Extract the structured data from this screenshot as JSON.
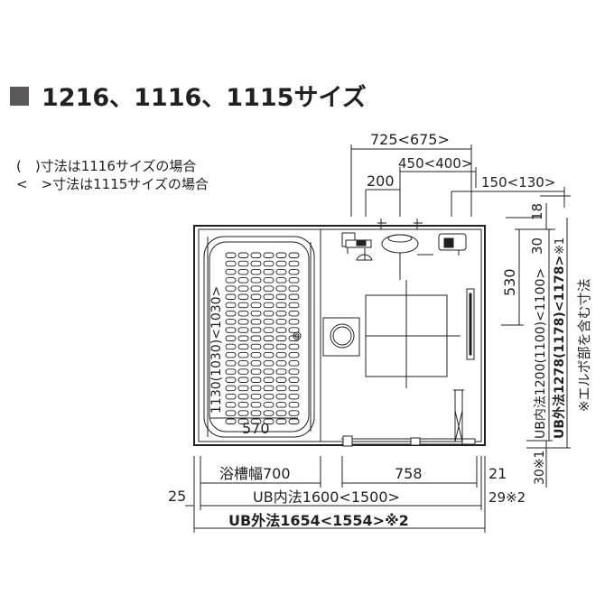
{
  "title": "1216、1116、1115サイズ",
  "legend": {
    "paren_note": "(　)寸法は1116サイズの場合",
    "angle_note": "<　>寸法は1115サイズの場合"
  },
  "dims": {
    "top_total": "725<675>",
    "top_mid": "450<400>",
    "top_left": "200",
    "top_right": "150<130>",
    "right_18": "18",
    "right_30": "30",
    "right_530": "530",
    "right_ub_inner": "UB内法1200(1100)<1100>",
    "right_ub_outer": "UB外法1278(1178)<1178>",
    "right_note1": "※1",
    "right_note_elbow": "※エルボ部を含む寸法",
    "tub_height": "1130(1030)<1030>",
    "tub_width": "570",
    "bottom_tub_width": "浴槽幅700",
    "bottom_758": "758",
    "bottom_21": "21",
    "bottom_25": "25",
    "bottom_ub_inner": "UB内法1600<1500>",
    "bottom_29": "29※2",
    "bottom_ub_outer": "UB外法1654<1554>※2",
    "bottom_30": "30※1"
  }
}
